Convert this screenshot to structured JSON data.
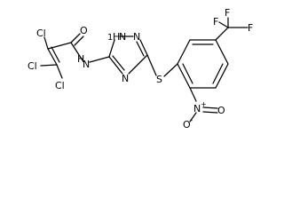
{
  "atoms": {
    "cl_top": "Cl",
    "cl_left": "Cl",
    "cl_bottom": "Cl",
    "oxygen_carbonyl": "O",
    "nitrogen_amide": "N",
    "hydrogen_amide": "H",
    "nitrogen_ring_nh": "N",
    "hydrogen_ring_nh": "H",
    "hydrogen_ring_nh_prefix": "1",
    "nitrogen_ring_right": "N",
    "nitrogen_ring_bottom": "N",
    "sulfur": "S",
    "nitro_nitrogen": "N",
    "nitro_plus": "+",
    "nitro_oxygen_right": "O",
    "nitro_oxygen_bottom": "O",
    "nitro_minus": "-",
    "cf3_carbon_f_left": "F",
    "cf3_carbon_f_top": "F",
    "cf3_carbon_f_right": "F"
  },
  "colors": {
    "bond": "#000000",
    "label": "#000000",
    "background": "#ffffff"
  }
}
